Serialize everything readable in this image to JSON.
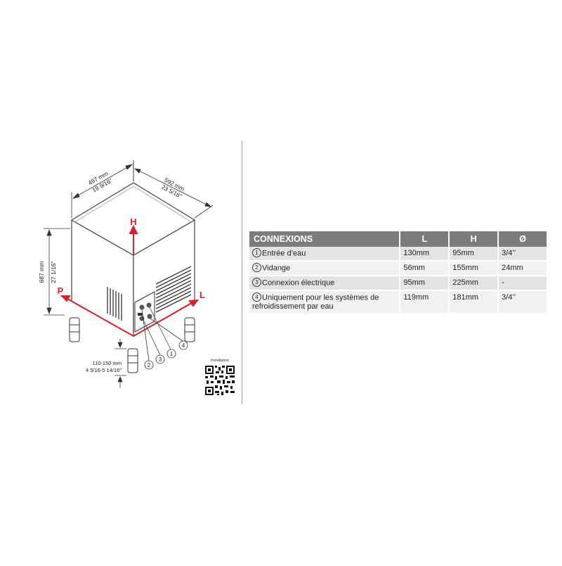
{
  "dimensions": {
    "width_mm": "497 mm",
    "width_in": "19 9/16\"",
    "depth_mm": "592 mm",
    "depth_in": "23 5/16\"",
    "height_mm": "687 mm",
    "height_in": "27 1/16\"",
    "feet_mm": "110-150 mm",
    "feet_in": "4 5/16-5 14/16\""
  },
  "axes": {
    "h": "H",
    "p": "P",
    "l": "L"
  },
  "callouts": [
    "1",
    "2",
    "3",
    "4"
  ],
  "installation_label": "Installation",
  "colors": {
    "axis_red": "#d8232a",
    "header_gray": "#7c7c7c",
    "row_dark": "#e4e4e4",
    "row_light": "#f1f1f1"
  },
  "table": {
    "headers": [
      "CONNEXIONS",
      "L",
      "H",
      "Ø"
    ],
    "rows": [
      {
        "num": "1",
        "label": "Entrée d’eau",
        "l": "130mm",
        "h": "95mm",
        "d": "3/4’’"
      },
      {
        "num": "2",
        "label": "Vidange",
        "l": "56mm",
        "h": "155mm",
        "d": "24mm"
      },
      {
        "num": "3",
        "label": "Connexion électrique",
        "l": "95mm",
        "h": "225mm",
        "d": "-"
      },
      {
        "num": "4",
        "label": "Uniquement pour les systèmes de refroidissement par eau",
        "l": "119mm",
        "h": "181mm",
        "d": "3/4’’"
      }
    ]
  }
}
